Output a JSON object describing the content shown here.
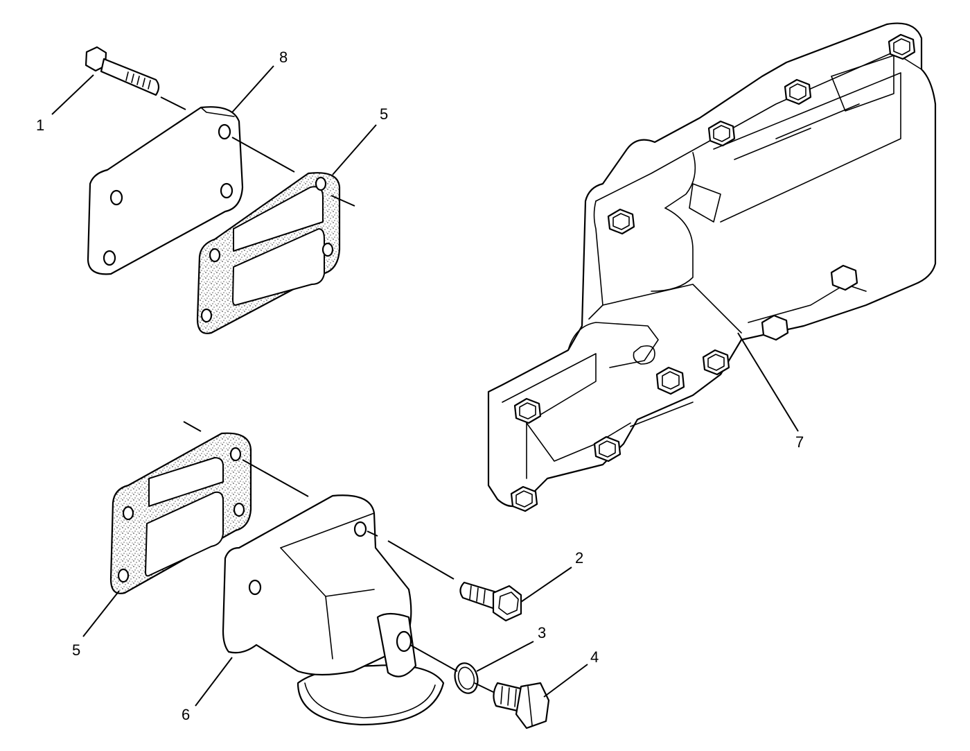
{
  "diagram": {
    "callouts": [
      {
        "id": "1",
        "label": "1"
      },
      {
        "id": "2",
        "label": "2"
      },
      {
        "id": "3",
        "label": "3"
      },
      {
        "id": "4",
        "label": "4"
      },
      {
        "id": "5a",
        "label": "5"
      },
      {
        "id": "5b",
        "label": "5"
      },
      {
        "id": "6",
        "label": "6"
      },
      {
        "id": "7",
        "label": "7"
      },
      {
        "id": "8",
        "label": "8"
      }
    ]
  }
}
